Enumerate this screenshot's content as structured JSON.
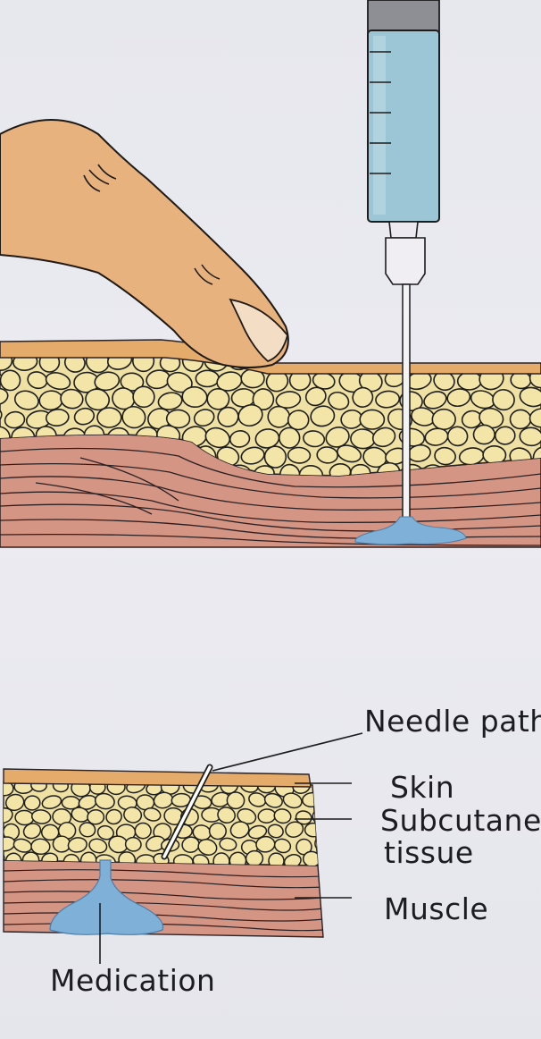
{
  "labels": {
    "needle_path": "Needle path",
    "skin": "Skin",
    "subcutaneous_line1": "Subcutaneo",
    "subcutaneous_line2": "tissue",
    "muscle": "Muscle",
    "medication": "Medication"
  },
  "colors": {
    "paper": "#e9e9ef",
    "skin_layer": "#e4ab6a",
    "fat_cells": "#f1e2a4",
    "muscle": "#d49585",
    "medication": "#7fb0d8",
    "syringe_fluid": "#9fc6d6",
    "finger": "#e8b27e",
    "ink": "#1c1c22"
  }
}
